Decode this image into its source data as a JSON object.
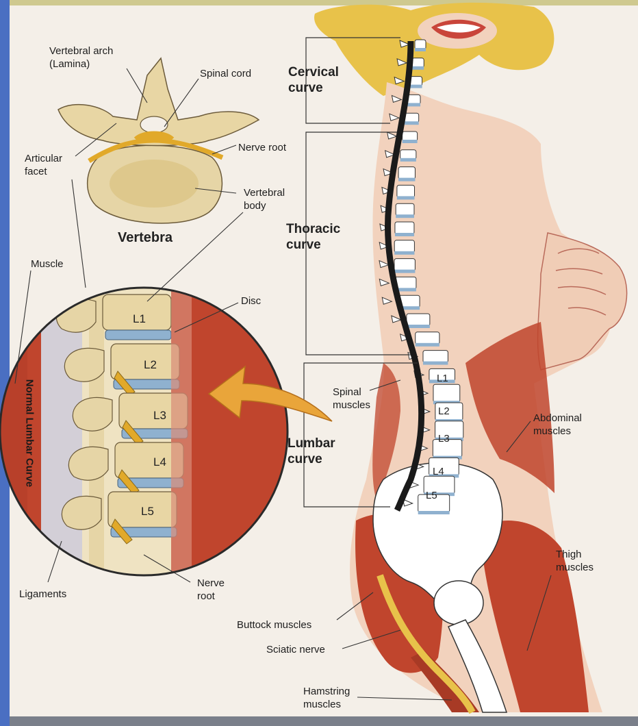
{
  "labels": {
    "vertebral_arch": "Vertebral arch\n(Lamina)",
    "spinal_cord": "Spinal cord",
    "articular_facet": "Articular\nfacet",
    "nerve_root_top": "Nerve root",
    "vertebral_body": "Vertebral\nbody",
    "vertebra": "Vertebra",
    "muscle": "Muscle",
    "disc": "Disc",
    "normal_lumbar_curve": "Normal Lumbar Curve",
    "ligaments": "Ligaments",
    "nerve_root_bottom": "Nerve\nroot",
    "cervical_curve": "Cervical\ncurve",
    "thoracic_curve": "Thoracic\ncurve",
    "lumbar_curve": "Lumbar\ncurve",
    "spinal_muscles": "Spinal\nmuscles",
    "abdominal_muscles": "Abdominal\nmuscles",
    "thigh_muscles": "Thigh\nmuscles",
    "buttock_muscles": "Buttock muscles",
    "sciatic_nerve": "Sciatic nerve",
    "hamstring_muscles": "Hamstring\nmuscles"
  },
  "vertebra_levels": {
    "inset": [
      "L1",
      "L2",
      "L3",
      "L4",
      "L5"
    ],
    "spine": [
      "L1",
      "L2",
      "L3",
      "L4",
      "L5"
    ]
  },
  "colors": {
    "frame_blue": "#4a6fc2",
    "paper": "#f4efe8",
    "bone": "#e8d6a4",
    "muscle_red": "#c0452d",
    "skin": "#f2d2bd",
    "hair": "#e8c24a",
    "disc_blue": "#8fb1cf",
    "arrow_orange": "#e9a53a"
  }
}
